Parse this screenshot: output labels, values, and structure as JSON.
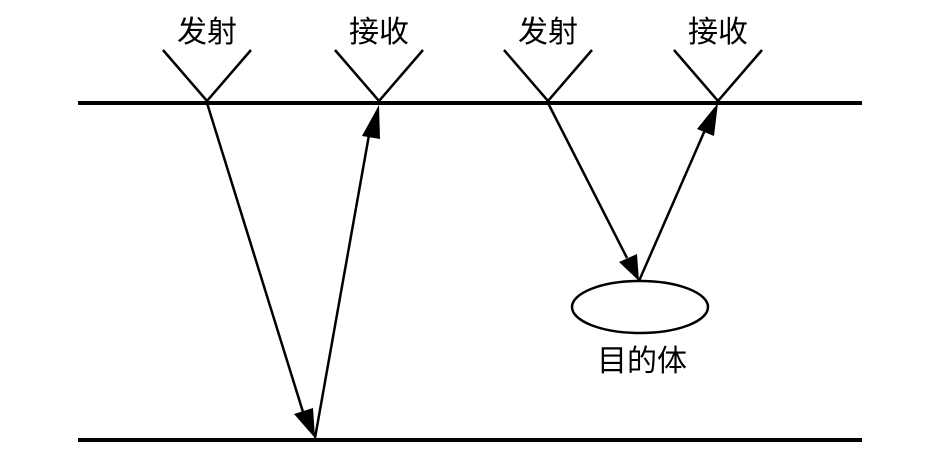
{
  "labels": {
    "transmit_left": "发射",
    "receive_left": "接收",
    "transmit_right": "发射",
    "receive_right": "接收",
    "target": "目的体"
  }
}
